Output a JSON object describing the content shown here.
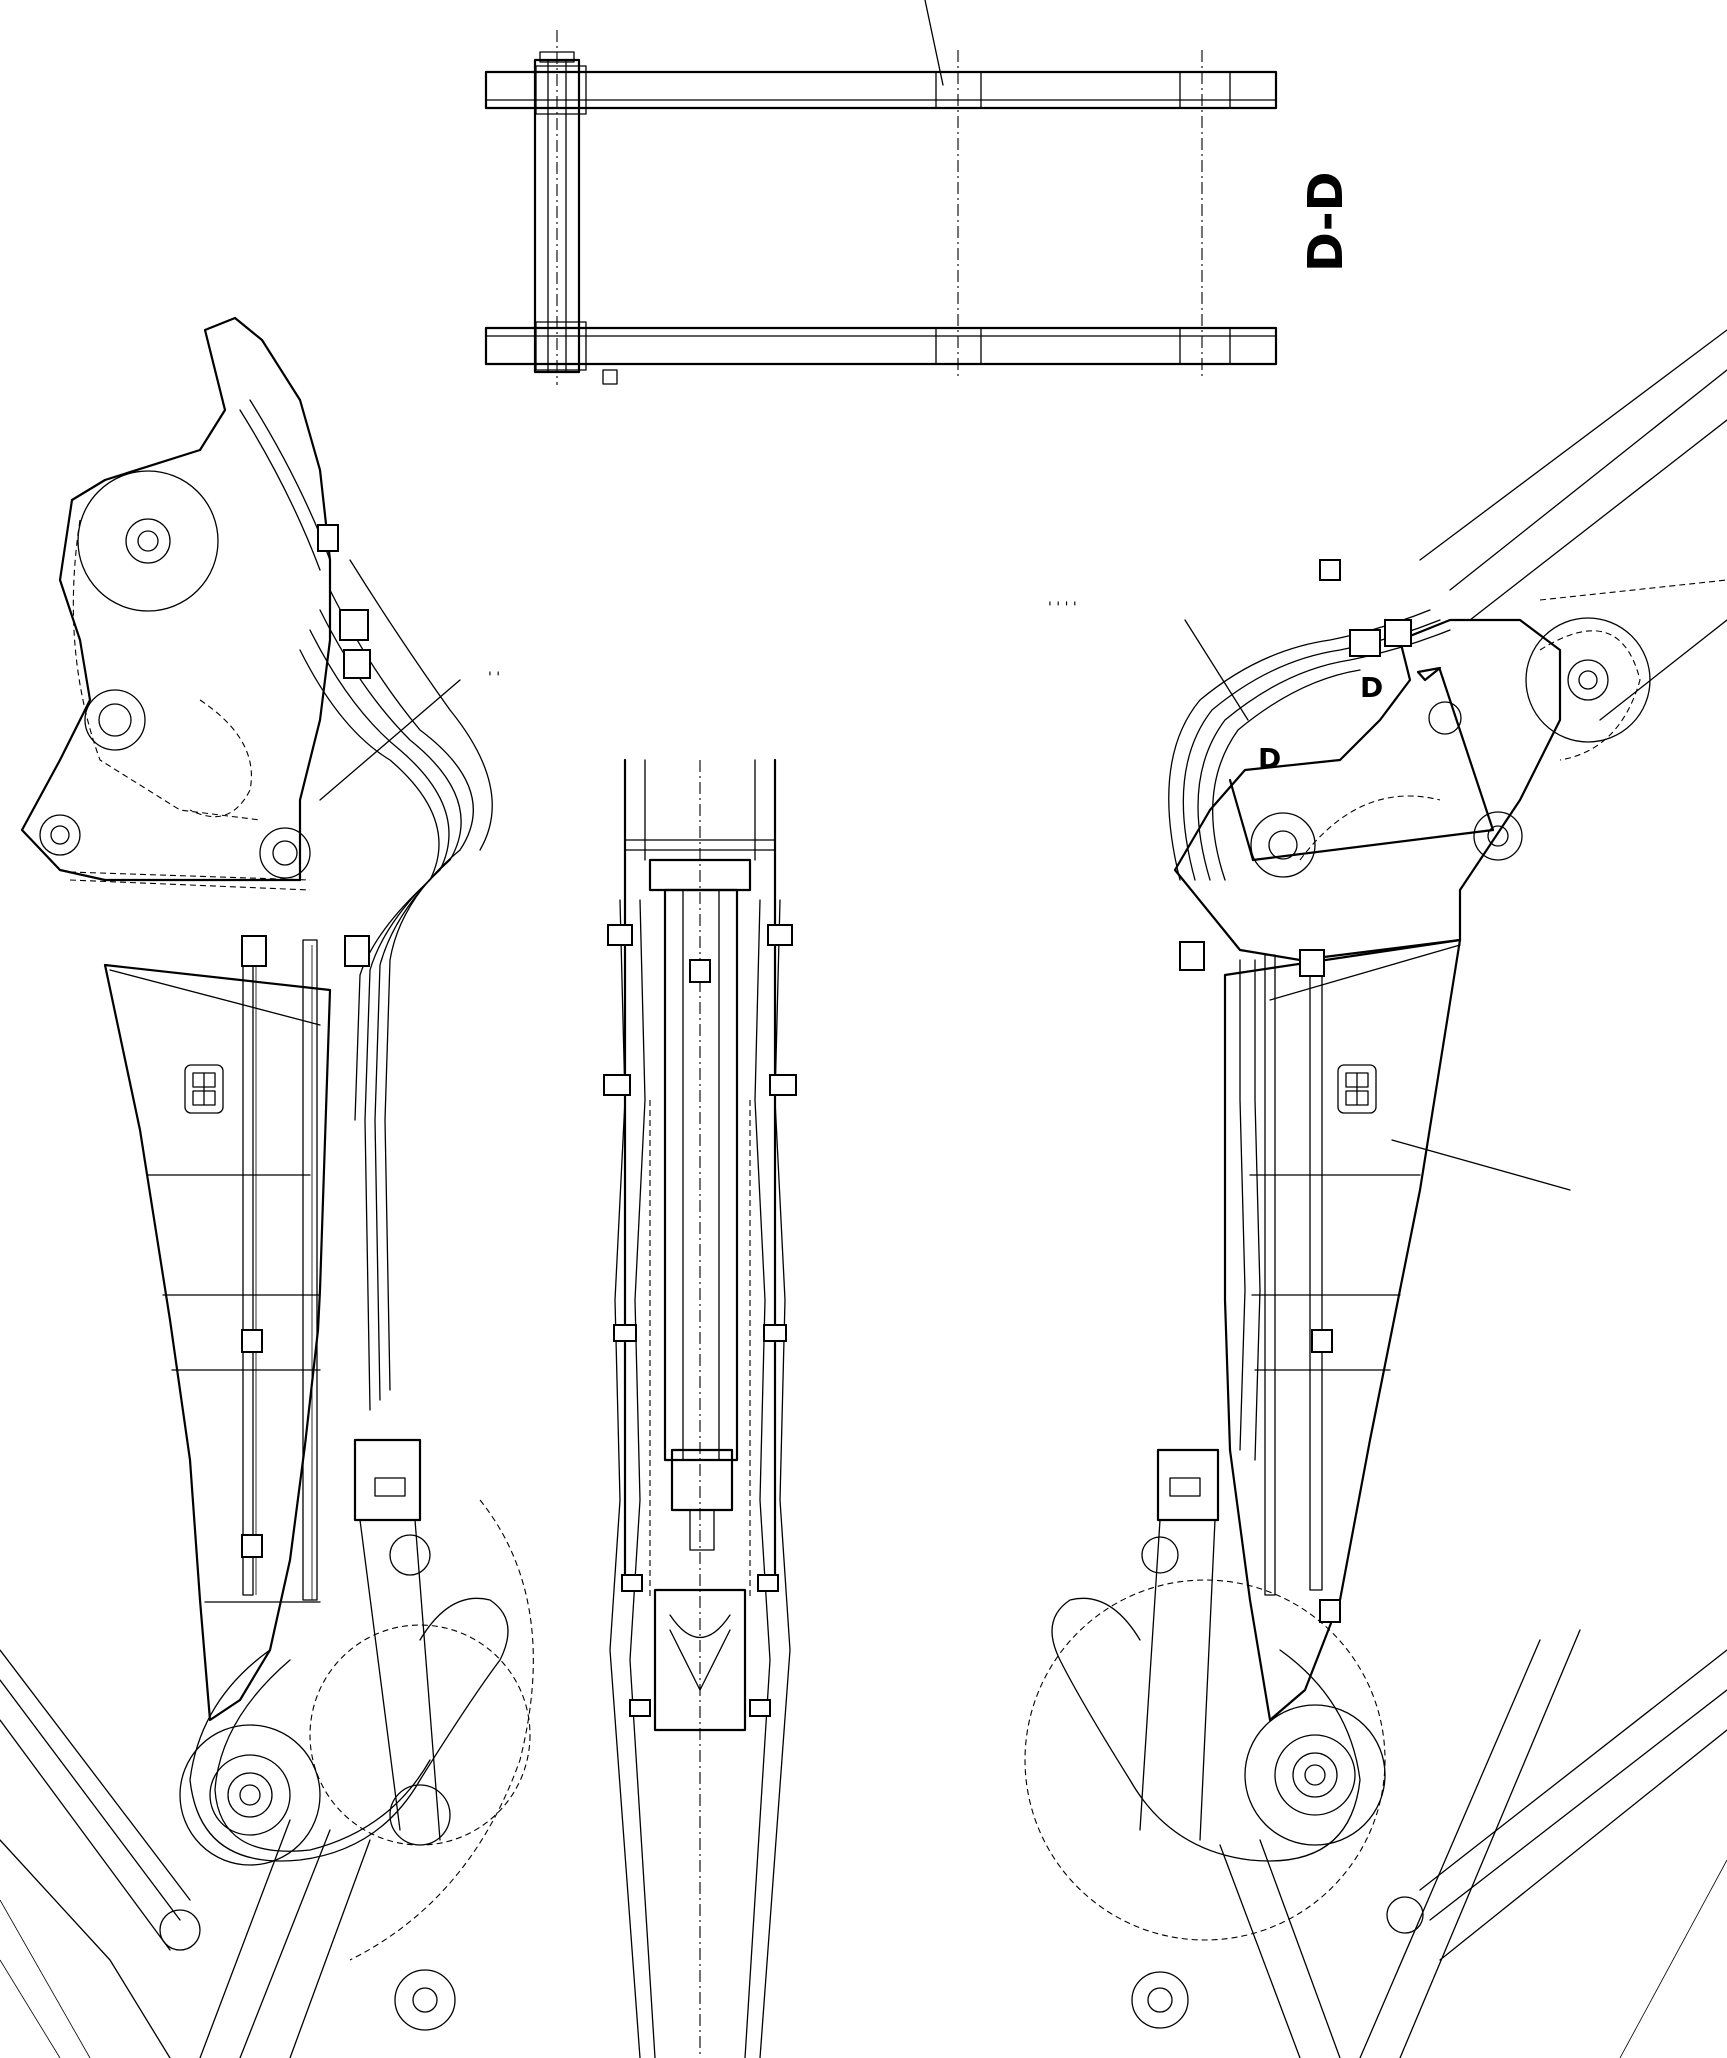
{
  "drawing": {
    "section_title": "D-D",
    "section_marker_left": "D",
    "section_marker_right": "D",
    "tick_marks_left": "' '",
    "tick_marks_right": "' ' ' '",
    "plate_icon": "plate-logo-icon"
  }
}
